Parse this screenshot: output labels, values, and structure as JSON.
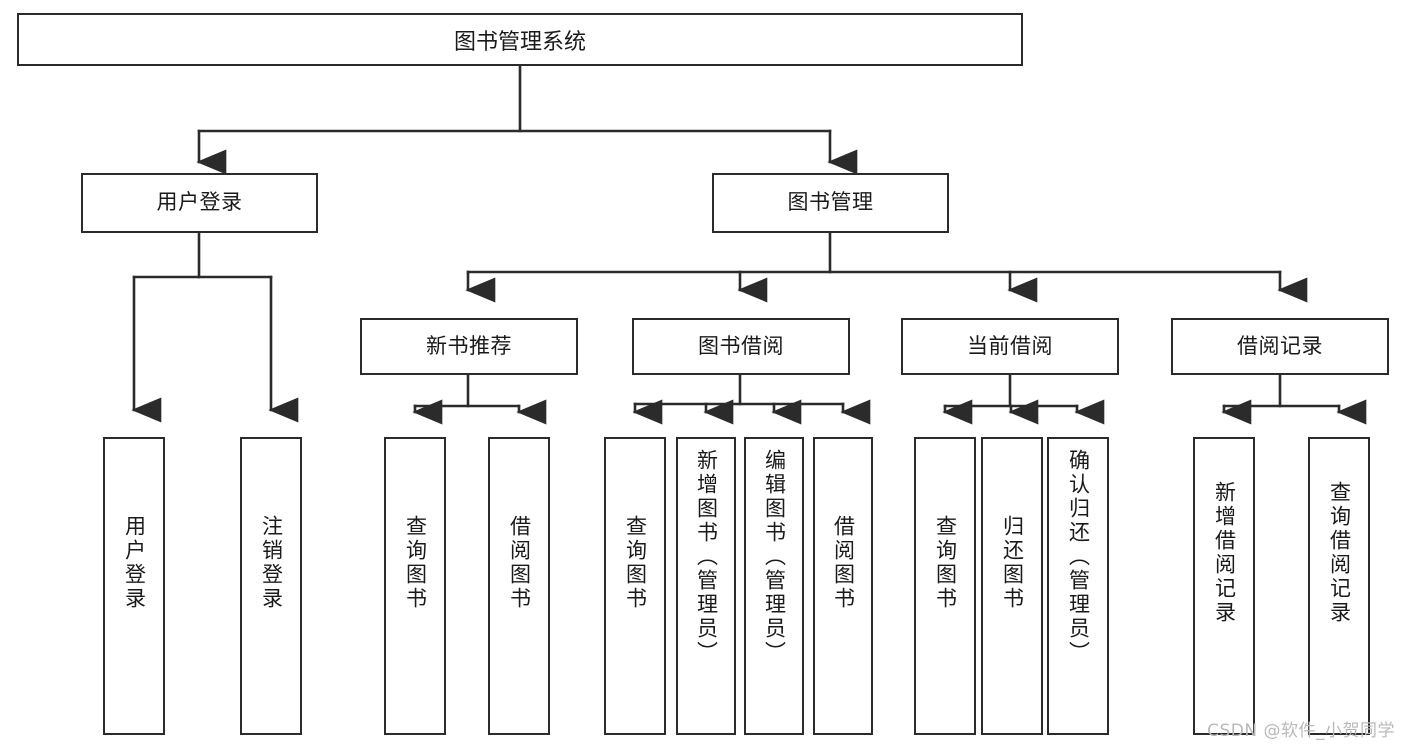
{
  "diagram": {
    "title": "图书管理系统",
    "watermark": "CSDN @软件_小贺同学",
    "colors": {
      "stroke": "#2b2b2b",
      "text": "#1a1a1a",
      "background": "#ffffff",
      "watermark": "#b9b9b9"
    },
    "root": {
      "label": "图书管理系统"
    },
    "level1": [
      {
        "label": "用户登录"
      },
      {
        "label": "图书管理"
      }
    ],
    "level2": [
      {
        "label": "新书推荐"
      },
      {
        "label": "图书借阅"
      },
      {
        "label": "当前借阅"
      },
      {
        "label": "借阅记录"
      }
    ],
    "leaves": {
      "user_login": [
        {
          "label": "用户登录"
        },
        {
          "label": "注销登录"
        }
      ],
      "new_book": [
        {
          "label": "查询图书"
        },
        {
          "label": "借阅图书"
        }
      ],
      "book_borrow": [
        {
          "label": "查询图书"
        },
        {
          "label": "新增图书（管理员）"
        },
        {
          "label": "编辑图书（管理员）"
        },
        {
          "label": "借阅图书"
        }
      ],
      "current_borrow": [
        {
          "label": "查询图书"
        },
        {
          "label": "归还图书"
        },
        {
          "label": "确认归还（管理员）"
        }
      ],
      "borrow_record": [
        {
          "label": "新增借阅记录"
        },
        {
          "label": "查询借阅记录"
        }
      ]
    }
  }
}
